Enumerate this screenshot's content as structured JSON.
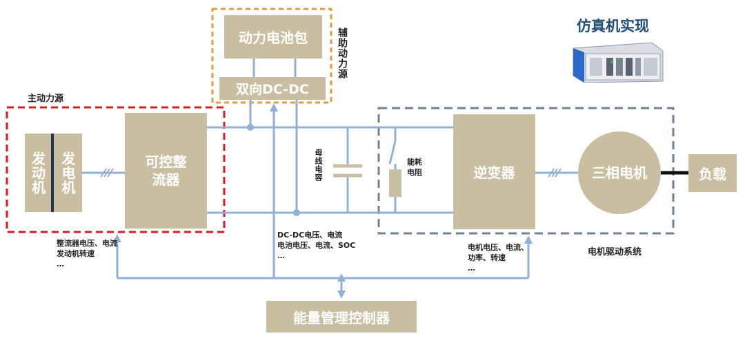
{
  "colors": {
    "box_fill": "#c9bfa0",
    "wire": "#8fb0d8",
    "main_source_border": "#e8141c",
    "aux_source_border": "#e59a3f",
    "drive_border": "#6b8299",
    "title_blue": "#1f4e79"
  },
  "title": "仿真机实现",
  "main_source": {
    "label": "主动力源",
    "engine": "发动机",
    "generator": "发电机",
    "rectifier": "可控整流器",
    "signals": [
      "整流器电压、电流",
      "发动机转速",
      "…"
    ]
  },
  "aux_source": {
    "label": "辅助动力源",
    "battery": "动力电池包",
    "dcdc": "双向DC-DC",
    "signals": [
      "DC-DC电压、电流",
      "电池电压、电流、SOC",
      "…"
    ]
  },
  "bus": {
    "capacitor_label": "母线电容",
    "resistor_label": "能耗电阻"
  },
  "drive_system": {
    "label": "电机驱动系统",
    "inverter": "逆变器",
    "motor": "三相电机",
    "signals": [
      "电机电压、电流、",
      "功率、转速",
      "…"
    ]
  },
  "load": "负载",
  "ems": "能量管理控制器"
}
